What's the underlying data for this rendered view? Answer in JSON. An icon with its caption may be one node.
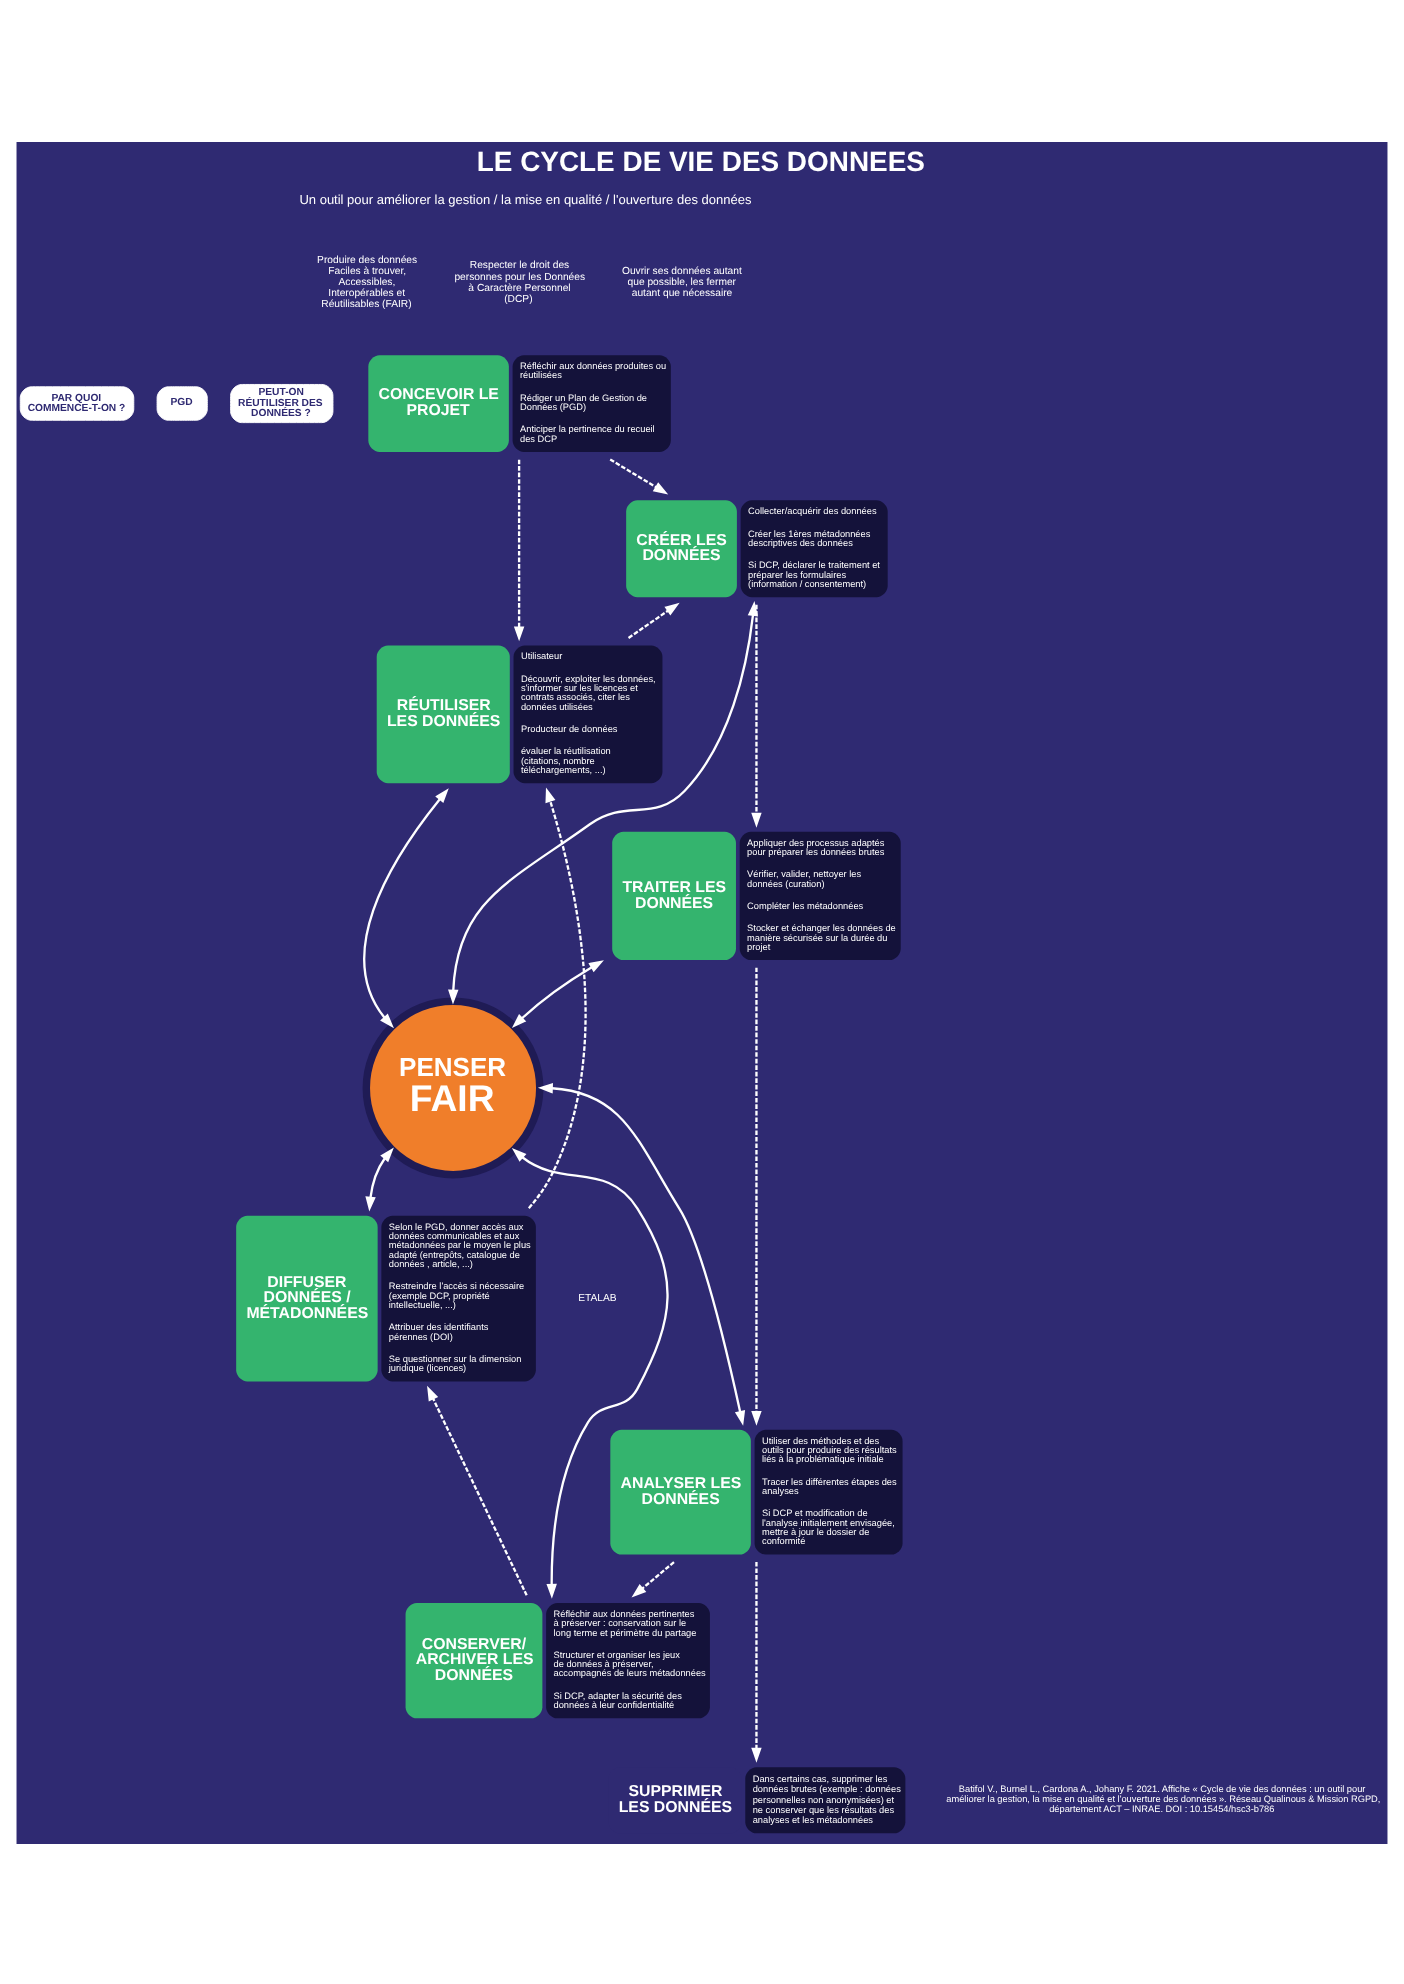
{
  "diagram": {
    "title": "LE CYCLE DE VIE DES DONNEES",
    "caption": "Batifol V., Burnel L., Cardona A., Johany F. 2021. Affiche « Cycle de vie des données : un outil pour améliorer la gestion, la mise en qualité et l'ouverture des données ». Réseau Qualinous & Mission RGPD, département ACT – INRAE. DOI : 10.15454/hsc3-b786",
    "nodes": [
      {
        "text": [
          "PAR QUOI COMMENCE-T-ON ?"
        ]
      },
      {
        "text": [
          "PGD"
        ]
      },
      {
        "text": [
          "PEUT-ON RÉUTILISER DES DONNÉES ?"
        ]
      },
      {
        "text": [
          "CONCEVOIR LE PROJET",
          "Réfléchir aux données produites ou réutilisées",
          "Rédiger un Plan de Gestion de Données (PGD)",
          "Anticiper la pertinence du recueil des DCP"
        ]
      },
      {
        "text": [
          "CRÉER LES DONNÉES",
          "Collecter/acquérir des données",
          "Créer les 1ères métadonnées descriptives des données",
          "Si DCP, déclarer le traitement et préparer les formulaires (information / consentement)"
        ]
      },
      {
        "text": [
          "TRAITER LES DONNÉES",
          "Appliquer des processus adaptés pour préparer les données brutes",
          "Vérifier, valider, nettoyer les données (curation)",
          "Compléter les métadonnées",
          "Stocker et échanger les données de manière sécurisée sur la durée du projet"
        ]
      },
      {
        "text": [
          "ANALYSER LES DONNÉES",
          "Utiliser des méthodes et des outils pour produire des résultats liés à la problématique initiale",
          "Tracer les différentes étapes des analyses",
          "Si DCP et modification de l'analyse initialement envisagée, mettre à jour le dossier de conformité"
        ]
      },
      {
        "text": [
          "CONSERVER/ ARCHIVER LES DONNÉES",
          "Réfléchir aux données pertinentes à préserver : conservation sur le long terme et périmètre du partage",
          "Structurer et organiser les jeux de données à préserver, accompagnés de leurs métadonnées",
          "Si DCP, adapter la sécurité des données à leur confidentialité"
        ]
      },
      {
        "text": [
          "DIFFUSER DONNÉES / MÉTADONNÉES",
          "Selon le PGD, donner accès aux données communicables et aux métadonnées par le moyen le plus adapté (entrepôts, catalogue de données , article, ...)",
          "Restreindre l'accès si nécessaire (exemple DCP, propriété intellectuelle, ...)",
          "Attribuer des identifiants pérennes (DOI)",
          "Se questionner sur la dimension juridique (licences)"
        ]
      },
      {
        "text": [
          "RÉUTILISER LES DONNÉES",
          "Utilisateur",
          "Découvrir, exploiter les données, s'informer sur les licences et contrats associés, citer les données utilisées",
          "Producteur de données",
          "évaluer la réutilisation (citations, nombre téléchargements, ...)"
        ]
      },
      {
        "text": [
          "PENSER",
          "FAIR"
        ]
      },
      {
        "text": [
          "SUPPRIMER LES DONNÉES",
          "Dans certains cas, supprimer les données brutes (exemple : données personnelles non anonymisées) et ne conserver que les résultats des analyses et les métadonnées"
        ]
      }
    ],
    "edges": [
      {
        "from": 3,
        "to": 4,
        "arrow": "to",
        "style": "dashed"
      },
      {
        "from": 3,
        "to": 9,
        "arrow": "to",
        "style": "dashed"
      },
      {
        "from": 9,
        "to": 4,
        "arrow": "to",
        "style": "dashed"
      },
      {
        "from": 4,
        "to": 5,
        "arrow": "to",
        "style": "dashed"
      },
      {
        "from": 5,
        "to": 6,
        "arrow": "to",
        "style": "dashed"
      },
      {
        "from": 6,
        "to": 7,
        "arrow": "to",
        "style": "dashed"
      },
      {
        "from": 6,
        "to": 11,
        "arrow": "to",
        "style": "dashed"
      },
      {
        "from": 7,
        "to": 8,
        "arrow": "to",
        "style": "dashed"
      },
      {
        "from": 8,
        "to": 9,
        "arrow": "to",
        "style": "dashed"
      },
      {
        "from": 4,
        "to": 10,
        "arrow": "both"
      },
      {
        "from": 9,
        "to": 10,
        "arrow": "both"
      },
      {
        "from": 10,
        "to": 5,
        "arrow": "both"
      },
      {
        "from": 10,
        "to": 8,
        "arrow": "both"
      },
      {
        "from": 10,
        "to": 6,
        "arrow": "both"
      },
      {
        "from": 10,
        "to": 7,
        "arrow": "both"
      }
    ],
    "labels": [
      "Un outil pour améliorer la gestion / la mise en qualité / l'ouverture des données",
      "Produire des données Faciles à trouver, Accessibles, Interopérables et Réutilisables (FAIR)",
      "Respecter le droit des personnes pour les Données à Caractère Personnel (DCP)",
      "Ouvrir ses données autant que possible, les fermer autant que nécessaire",
      "ETALAB"
    ]
  }
}
